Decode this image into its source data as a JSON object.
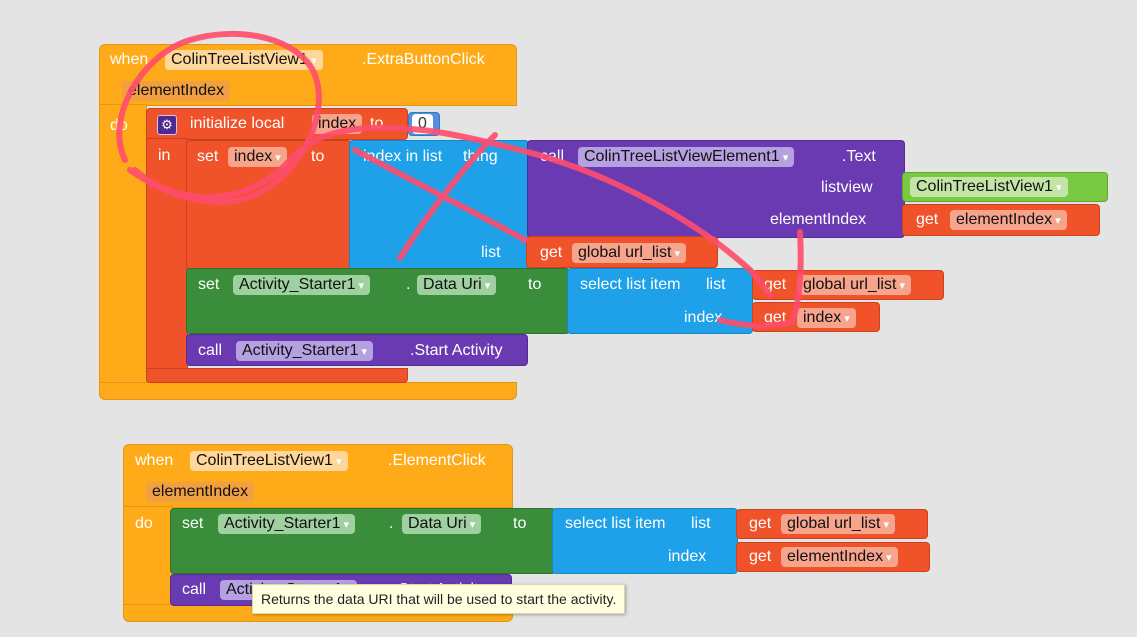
{
  "block1": {
    "when": "when",
    "component": "ColinTreeListView1",
    "event": ".ExtraButtonClick",
    "param": "elementIndex",
    "do": "do",
    "initialize": "initialize local",
    "to": "to",
    "init_value": "0",
    "in": "in",
    "set": "set",
    "var": "index",
    "index_in_list": "index in list",
    "thing": "thing",
    "call": "call",
    "element_component": "ColinTreeListViewElement1",
    "text_prop": ".Text",
    "listview": "listview",
    "listview_value": "ColinTreeListView1",
    "elementIndex_label": "elementIndex",
    "get": "get",
    "elementIndex_value": "elementIndex",
    "list": "list",
    "global_url_list": "global url_list",
    "set2": "set",
    "activity": "Activity_Starter1",
    "dot": ".",
    "data_uri": "Data Uri",
    "to2": "to",
    "select_list_item": "select list item",
    "list2": "list",
    "get_global": "global url_list",
    "index_label": "index",
    "index_var": "index",
    "call2": "call",
    "activity2": "Activity_Starter1",
    "start_activity": ".Start Activity"
  },
  "block2": {
    "when": "when",
    "component": "ColinTreeListView1",
    "event": ".ElementClick",
    "param": "elementIndex",
    "do": "do",
    "set": "set",
    "activity": "Activity_Starter1",
    "dot": ".",
    "data_uri": "Data Uri",
    "to": "to",
    "select_list_item": "select list item",
    "list": "list",
    "get": "get",
    "global_url_list": "global url_list",
    "index": "index",
    "elementIndex": "elementIndex",
    "call": "call",
    "activity2": "Activity_Starter1",
    "start_activity": ".Start Activity"
  },
  "tooltip": "Returns the data URI that will be used to start the activity.",
  "colors": {
    "event": "#ffab19",
    "variable": "#f0522a",
    "list": "#1ea1e8",
    "component": "#6a3ab2",
    "setter": "#3a8d3a",
    "scribble": "#ff4d6d"
  }
}
